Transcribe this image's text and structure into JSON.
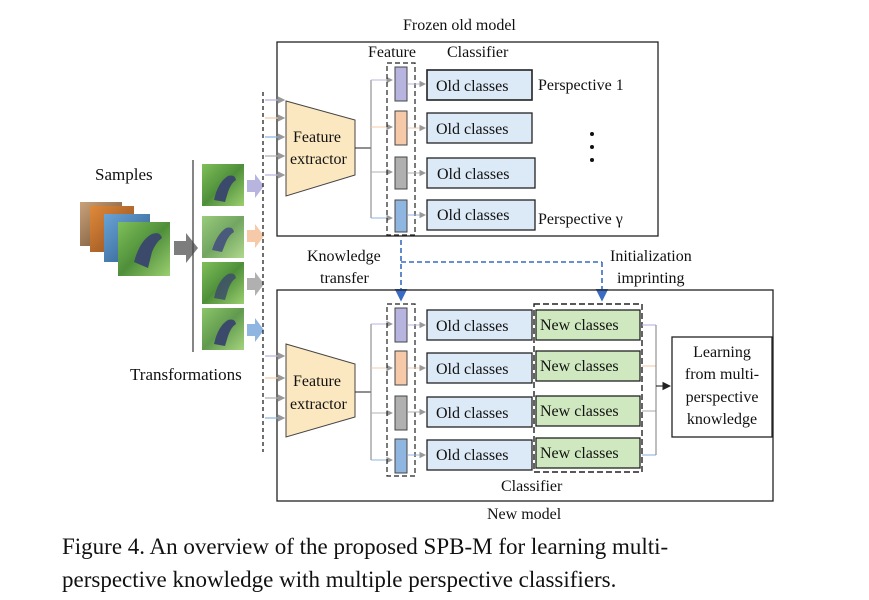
{
  "labels": {
    "frozen_title": "Frozen old model",
    "feature_header": "Feature",
    "classifier_header": "Classifier",
    "samples": "Samples",
    "transformations": "Transformations",
    "feature_extractor_line1": "Feature",
    "feature_extractor_line2": "extractor",
    "old_classes": "Old classes",
    "new_classes": "New classes",
    "perspective_1": "Perspective 1",
    "perspective_gamma": "Perspective γ",
    "knowledge_transfer_line1": "Knowledge",
    "knowledge_transfer_line2": "transfer",
    "init_line1": "Initialization",
    "init_line2": "imprinting",
    "learning_line1": "Learning",
    "learning_line2": "from multi-",
    "learning_line3": "perspective",
    "learning_line4": "knowledge",
    "classifier_bottom": "Classifier",
    "new_model": "New model"
  },
  "caption": {
    "line1": "Figure 4. An overview of the proposed SPB-M for learning multi-",
    "line2": "perspective knowledge with multiple perspective classifiers."
  },
  "colors": {
    "perspective_1": "#b8b4e0",
    "perspective_2": "#f6c9a8",
    "perspective_3": "#b0b0b0",
    "perspective_4": "#8fb6e0",
    "extractor_fill": "#fbe8c0",
    "old_class_fill": "#dce9f6",
    "new_class_fill": "#cfe8bf",
    "dashed_arrow": "#3a6cc4"
  }
}
